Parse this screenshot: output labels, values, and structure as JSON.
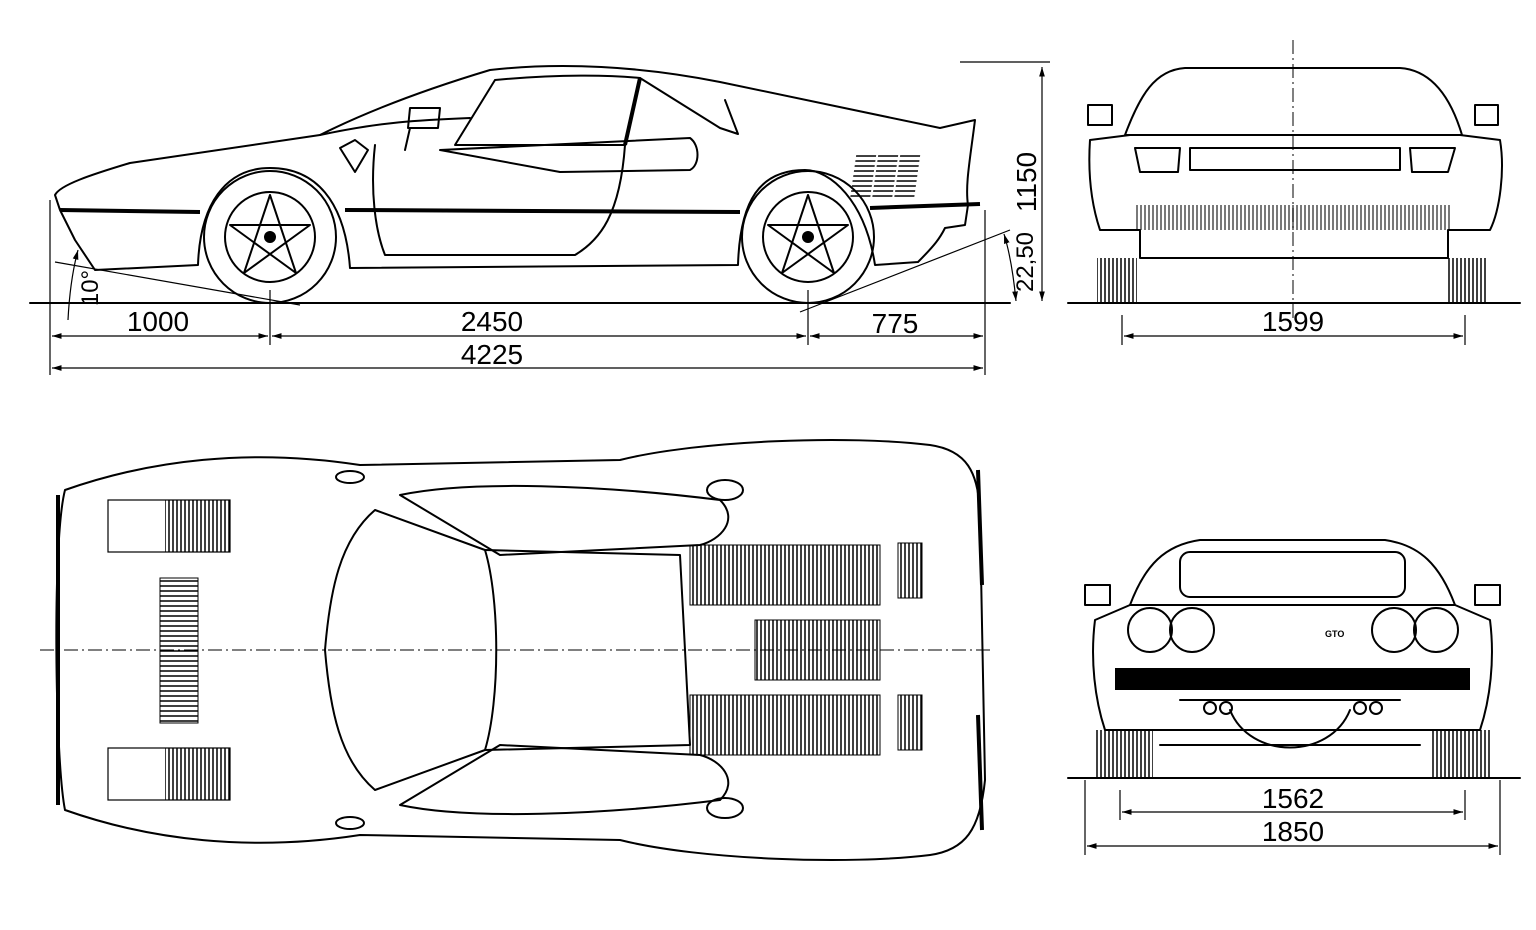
{
  "side_view": {
    "front_overhang": "1000",
    "wheelbase": "2450",
    "rear_overhang": "775",
    "overall_length": "4225",
    "height": "1150",
    "departure_angle": "22,50",
    "approach_angle": "10°"
  },
  "front_view": {
    "front_track": "1599"
  },
  "rear_view": {
    "rear_track": "1562",
    "overall_width": "1850",
    "badge": "GTO"
  }
}
